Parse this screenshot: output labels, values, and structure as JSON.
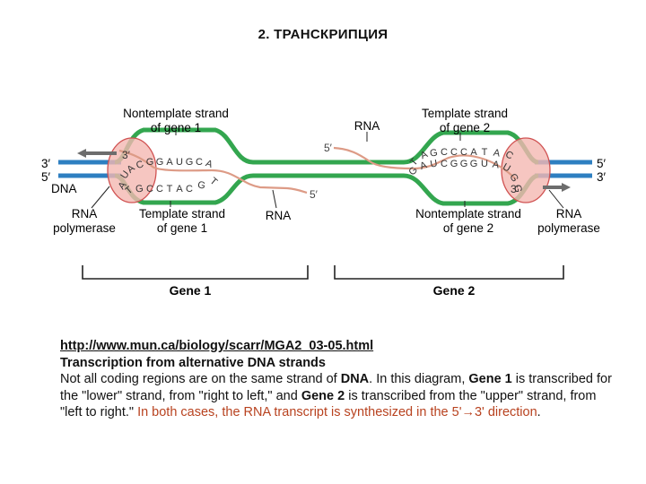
{
  "header": {
    "title": "2. ТРАНСКРИПЦИЯ"
  },
  "colors": {
    "dna_blue": "#2e7fc1",
    "dna_green": "#33a64f",
    "rna_salmon": "#dd9b86",
    "polymerase_fill": "#f4b8b1",
    "polymerase_edge": "#d05252",
    "arrow_gray": "#6d6d6d",
    "caption_highlight": "#b8421f"
  },
  "diagram": {
    "labels": {
      "nontemplate_gene1": [
        "Nontemplate strand",
        "of gene 1"
      ],
      "rna_top": "RNA",
      "template_gene2": [
        "Template strand",
        "of gene 2"
      ],
      "end_3_left": "3′",
      "end_5_left": "5′",
      "dna": "DNA",
      "end_5_right": "5′",
      "end_3_right": "3′",
      "rna_5_top": "5′",
      "rna_5_bottom": "5′",
      "polymerase_3_left": "3′",
      "polymerase_3_right": "3′",
      "rna_polymerase_left": [
        "RNA",
        "polymerase"
      ],
      "template_gene1": [
        "Template strand",
        "of gene 1"
      ],
      "rna_bottom": "RNA",
      "nontemplate_gene2": [
        "Nontemplate strand",
        "of gene 2"
      ],
      "rna_polymerase_right": [
        "RNA",
        "polymerase"
      ],
      "gene1": "Gene 1",
      "gene2": "Gene 2"
    },
    "bubble1": {
      "rna_seq": [
        "U",
        "A",
        "C",
        "G",
        "G",
        "A",
        "U",
        "G",
        "C",
        "A"
      ],
      "template_seq": [
        "A",
        "T",
        "G",
        "C",
        "C",
        "T",
        "A",
        "C",
        "G",
        "T"
      ]
    },
    "bubble2": {
      "template_seq": [
        "T",
        "A",
        "G",
        "C",
        "C",
        "C",
        "A",
        "T",
        "A",
        "C"
      ],
      "rna_seq": [
        "G",
        "A",
        "U",
        "C",
        "G",
        "G",
        "G",
        "U",
        "A",
        "U",
        "G",
        "G"
      ]
    }
  },
  "caption": {
    "url": "http://www.mun.ca/biology/scarr/MGA2_03-05.html",
    "heading": "Transcription from alternative DNA strands",
    "p1": "Not all coding regions are on the same strand of ",
    "p1_dna": "DNA",
    "p2": ". In this diagram, ",
    "gene1": "Gene 1",
    "p3": " is transcribed for the \"lower\" strand, from \"right to left,\" and ",
    "gene2": "Gene 2",
    "p4": " is transcribed from the \"upper\" strand, from \"left to right.\" ",
    "highlight": "In both cases, the RNA transcript is synthesized in the 5'→3' direction",
    "end": "."
  }
}
